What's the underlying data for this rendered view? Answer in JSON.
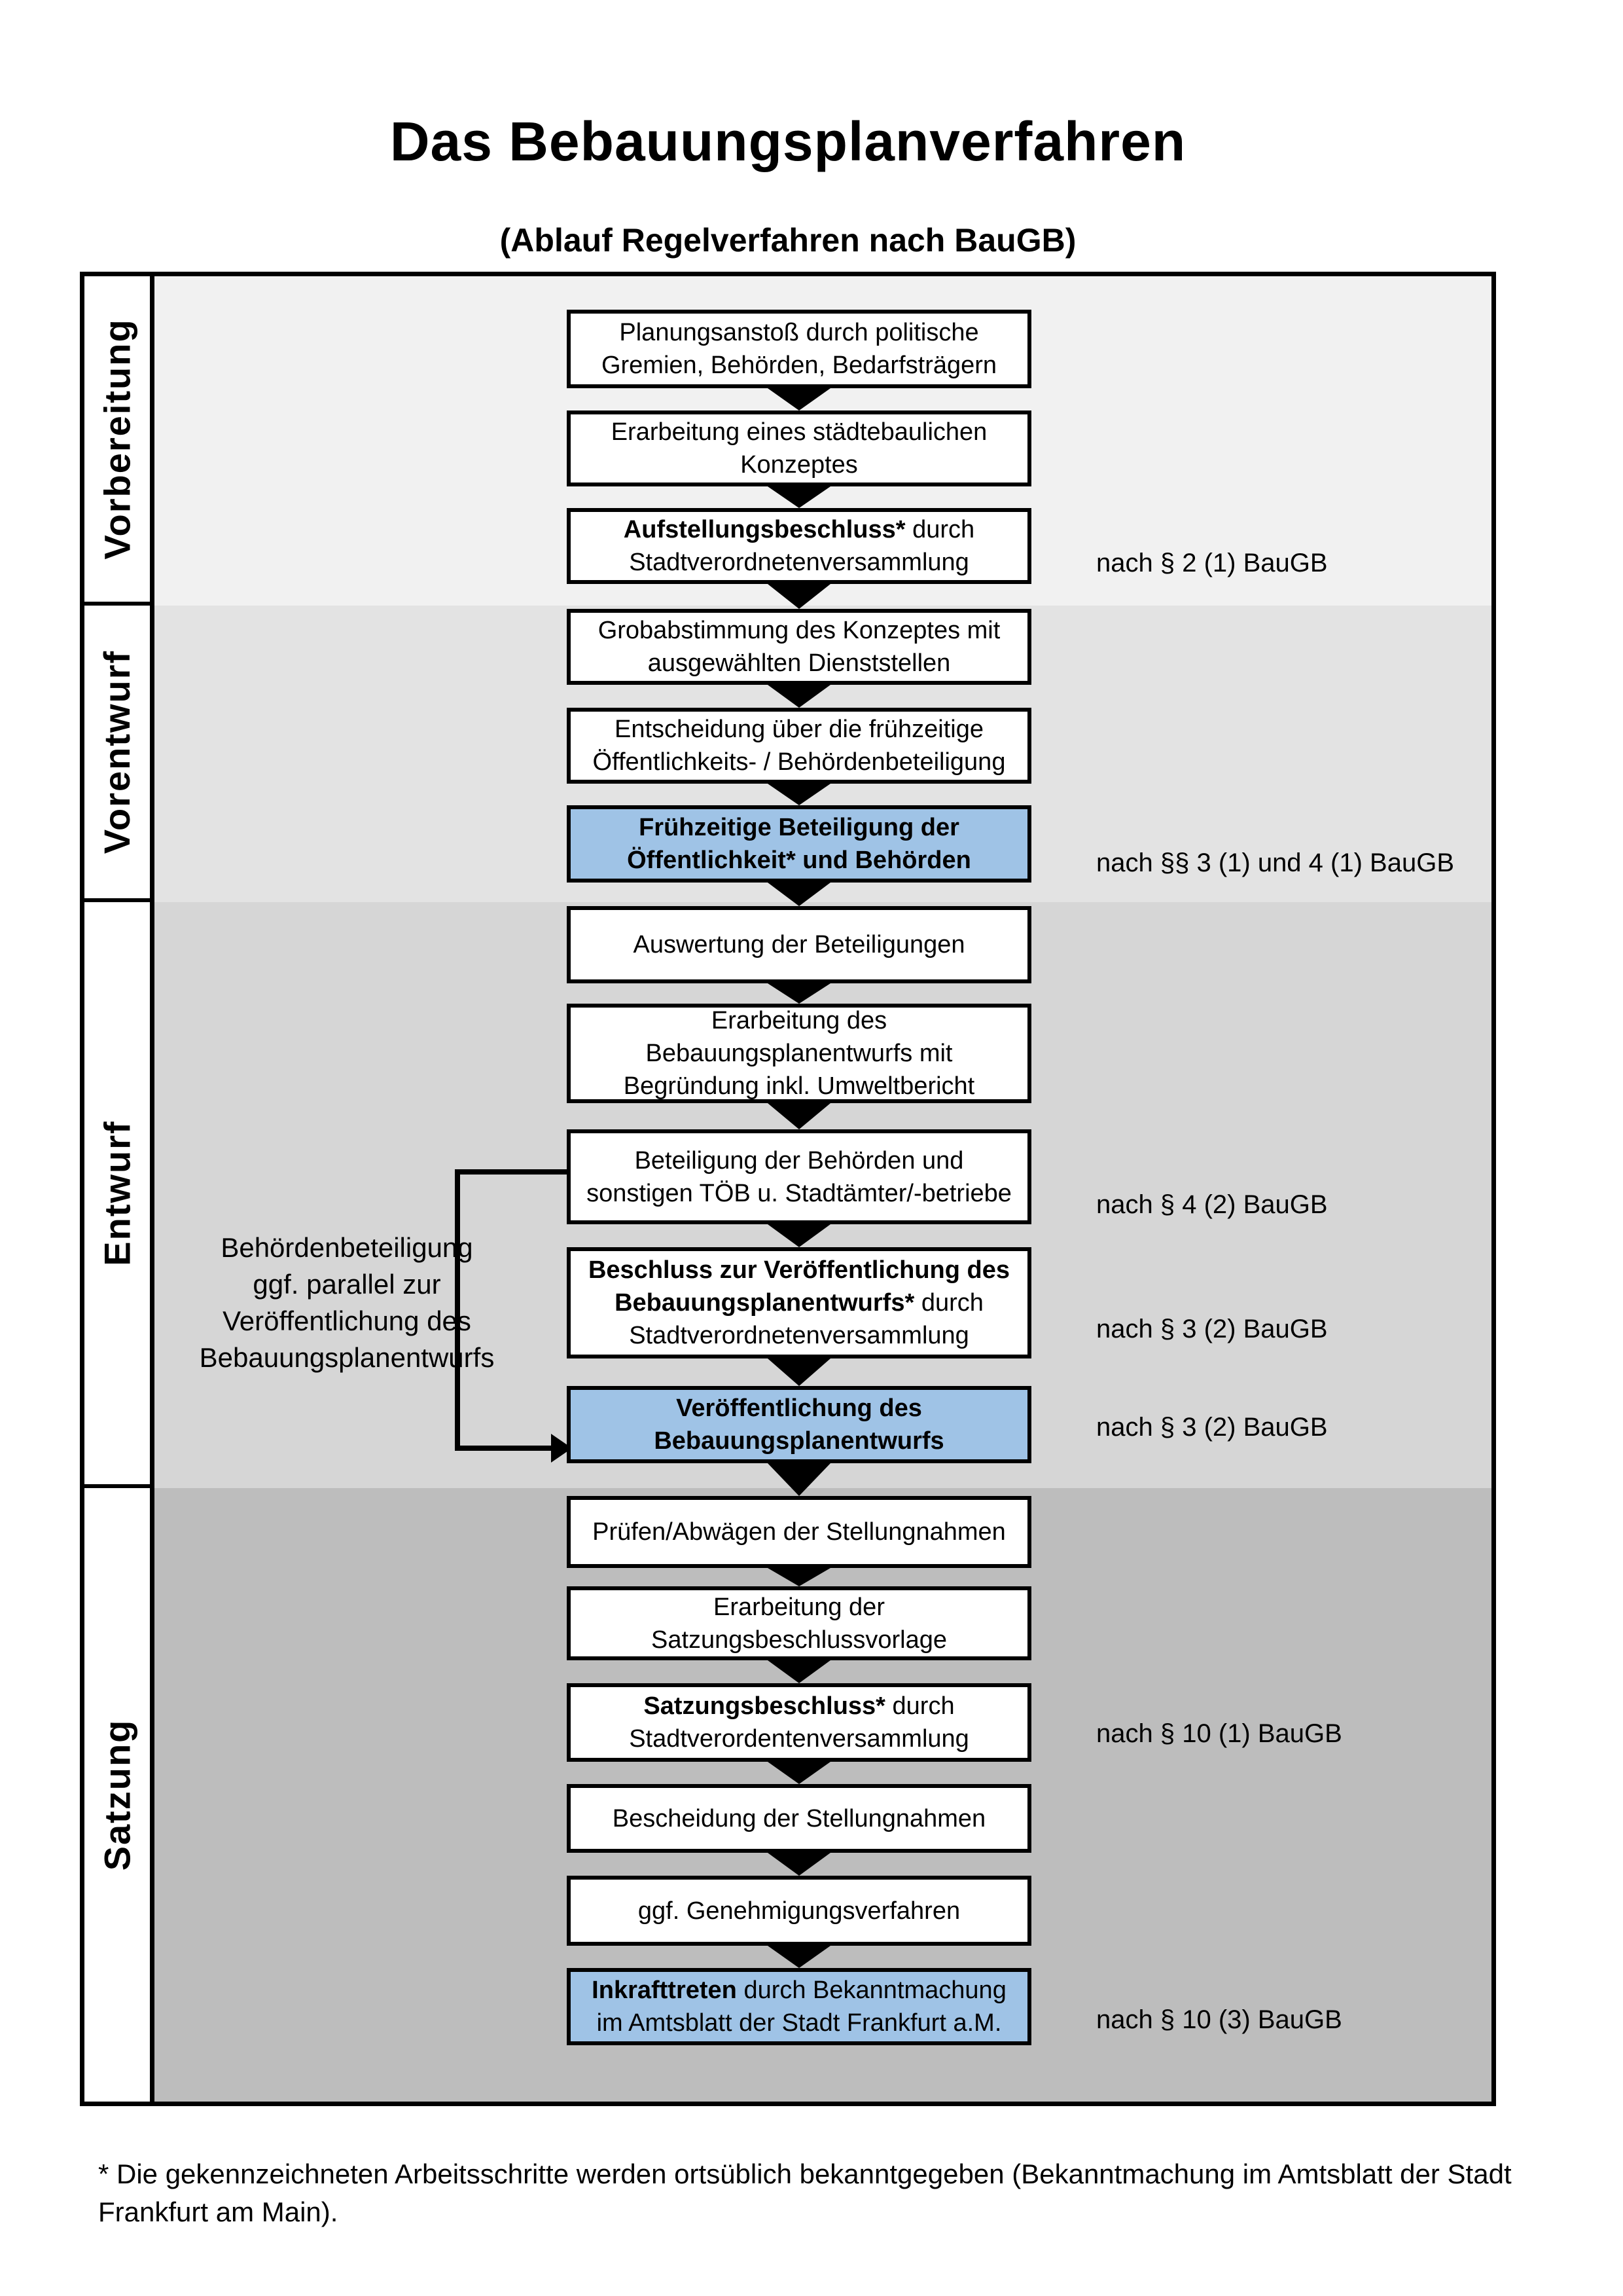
{
  "page": {
    "title": "Das Bebauungsplanverfahren",
    "subtitle": "(Ablauf Regelverfahren nach BauGB)"
  },
  "colors": {
    "highlight_box": "#9FC3E6",
    "box_border": "#000000",
    "phase_bgs": [
      "#F1F1F1",
      "#E3E3E3",
      "#D6D6D6",
      "#BDBDBD"
    ]
  },
  "phases": [
    {
      "label": "Vorbereitung"
    },
    {
      "label": "Vorentwurf"
    },
    {
      "label": "Entwurf"
    },
    {
      "label": "Satzung"
    }
  ],
  "flow": {
    "boxes": [
      {
        "name": "planungsanstoss",
        "phase": 0,
        "highlight": false,
        "note": null,
        "lines": [
          [
            {
              "text": "Planungsanstoß durch politische",
              "bold": false
            }
          ],
          [
            {
              "text": "Gremien, Behörden, Bedarfsträgern",
              "bold": false
            }
          ]
        ]
      },
      {
        "name": "staedtebauliches-konzept",
        "phase": 0,
        "highlight": false,
        "note": null,
        "lines": [
          [
            {
              "text": "Erarbeitung eines städtebaulichen",
              "bold": false
            }
          ],
          [
            {
              "text": "Konzeptes",
              "bold": false
            }
          ]
        ]
      },
      {
        "name": "aufstellungsbeschluss",
        "phase": 0,
        "highlight": false,
        "note": "nach § 2 (1) BauGB",
        "lines": [
          [
            {
              "text": "Aufstellungsbeschluss*",
              "bold": true
            },
            {
              "text": " durch",
              "bold": false
            }
          ],
          [
            {
              "text": "Stadtverordnetenversammlung",
              "bold": false
            }
          ]
        ]
      },
      {
        "name": "grobabstimmung-konzept",
        "phase": 1,
        "highlight": false,
        "note": null,
        "lines": [
          [
            {
              "text": "Grobabstimmung des Konzeptes mit",
              "bold": false
            }
          ],
          [
            {
              "text": "ausgewählten Dienststellen",
              "bold": false
            }
          ]
        ]
      },
      {
        "name": "entscheidung-fruehzeitige-beteiligung",
        "phase": 1,
        "highlight": false,
        "note": null,
        "lines": [
          [
            {
              "text": "Entscheidung über die frühzeitige",
              "bold": false
            }
          ],
          [
            {
              "text": "Öffentlichkeits- / Behördenbeteiligung",
              "bold": false
            }
          ]
        ]
      },
      {
        "name": "fruehzeitige-beteiligung",
        "phase": 1,
        "highlight": true,
        "note": "nach §§ 3 (1) und 4 (1) BauGB",
        "lines": [
          [
            {
              "text": "Frühzeitige Beteiligung der",
              "bold": true
            }
          ],
          [
            {
              "text": "Öffentlichkeit* und Behörden",
              "bold": true
            }
          ]
        ]
      },
      {
        "name": "auswertung-beteiligungen",
        "phase": 2,
        "highlight": false,
        "note": null,
        "lines": [
          [
            {
              "text": "Auswertung der Beteiligungen",
              "bold": false
            }
          ]
        ]
      },
      {
        "name": "erarbeitung-bebauungsplanentwurf",
        "phase": 2,
        "highlight": false,
        "note": null,
        "lines": [
          [
            {
              "text": "Erarbeitung des",
              "bold": false
            }
          ],
          [
            {
              "text": "Bebauungsplanentwurfs mit",
              "bold": false
            }
          ],
          [
            {
              "text": "Begründung inkl. Umweltbericht",
              "bold": false
            }
          ]
        ]
      },
      {
        "name": "beteiligung-behoerden-toeb",
        "phase": 2,
        "highlight": false,
        "note": "nach § 4 (2) BauGB",
        "lines": [
          [
            {
              "text": "Beteiligung der Behörden und",
              "bold": false
            }
          ],
          [
            {
              "text": "sonstigen TÖB u. Stadtämter/-betriebe",
              "bold": false
            }
          ]
        ]
      },
      {
        "name": "beschluss-veroeffentlichung",
        "phase": 2,
        "highlight": false,
        "note": "nach § 3 (2) BauGB",
        "lines": [
          [
            {
              "text": "Beschluss zur Veröffentlichung des",
              "bold": true
            }
          ],
          [
            {
              "text": "Bebauungsplanentwurfs*",
              "bold": true
            },
            {
              "text": " durch",
              "bold": false
            }
          ],
          [
            {
              "text": "Stadtverordnetenversammlung",
              "bold": false
            }
          ]
        ]
      },
      {
        "name": "veroeffentlichung-entwurf",
        "phase": 2,
        "highlight": true,
        "note": "nach § 3 (2) BauGB",
        "lines": [
          [
            {
              "text": "Veröffentlichung des",
              "bold": true
            }
          ],
          [
            {
              "text": "Bebauungsplanentwurfs",
              "bold": true
            }
          ]
        ]
      },
      {
        "name": "pruefen-abwaegen-stellungnahmen",
        "phase": 3,
        "highlight": false,
        "note": null,
        "lines": [
          [
            {
              "text": "Prüfen/Abwägen der Stellungnahmen",
              "bold": false
            }
          ]
        ]
      },
      {
        "name": "erarbeitung-satzungsbeschlussvorlage",
        "phase": 3,
        "highlight": false,
        "note": null,
        "lines": [
          [
            {
              "text": "Erarbeitung der",
              "bold": false
            }
          ],
          [
            {
              "text": "Satzungsbeschlussvorlage",
              "bold": false
            }
          ]
        ]
      },
      {
        "name": "satzungsbeschluss",
        "phase": 3,
        "highlight": false,
        "note": "nach § 10 (1) BauGB",
        "lines": [
          [
            {
              "text": "Satzungsbeschluss*",
              "bold": true
            },
            {
              "text": " durch",
              "bold": false
            }
          ],
          [
            {
              "text": "Stadtverordentenversammlung",
              "bold": false
            }
          ]
        ]
      },
      {
        "name": "bescheidung-stellungnahmen",
        "phase": 3,
        "highlight": false,
        "note": null,
        "lines": [
          [
            {
              "text": "Bescheidung der Stellungnahmen",
              "bold": false
            }
          ]
        ]
      },
      {
        "name": "genehmigungsverfahren",
        "phase": 3,
        "highlight": false,
        "note": null,
        "lines": [
          [
            {
              "text": "ggf. Genehmigungsverfahren",
              "bold": false
            }
          ]
        ]
      },
      {
        "name": "inkrafttreten",
        "phase": 3,
        "highlight": true,
        "note": "nach § 10 (3) BauGB",
        "lines": [
          [
            {
              "text": "Inkrafttreten",
              "bold": true
            },
            {
              "text": " durch Bekanntmachung",
              "bold": false
            }
          ],
          [
            {
              "text": "im Amtsblatt der Stadt Frankfurt a.M.",
              "bold": false
            }
          ]
        ]
      }
    ]
  },
  "side_annotation": {
    "lines": [
      "Behördenbeteiligung",
      "ggf. parallel zur",
      "Veröffentlichung des",
      "Bebauungsplanentwurfs"
    ]
  },
  "footnote": {
    "lines": [
      "* Die gekennzeichneten Arbeitsschritte werden ortsüblich bekanntgegeben (Bekanntmachung im Amtsblatt  der Stadt",
      "Frankfurt am Main)."
    ]
  }
}
